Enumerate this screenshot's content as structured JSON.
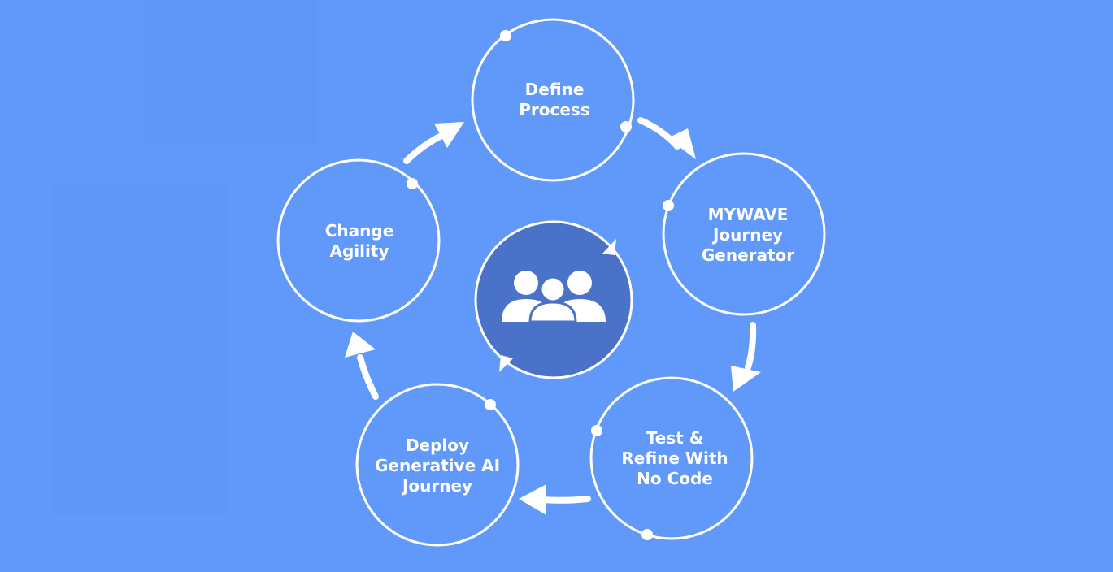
{
  "diagram": {
    "title": "",
    "center": {
      "icon": "team-group-icon",
      "fill_color": "#4a72c9"
    },
    "background_color": "#6199fb",
    "stroke_color": "#ffffff",
    "nodes": [
      {
        "id": "define-process",
        "lines": [
          "Define",
          "Process"
        ]
      },
      {
        "id": "mywave-journey-generator",
        "lines": [
          "MYWAVE",
          "Journey",
          "Generator"
        ]
      },
      {
        "id": "test-refine",
        "lines": [
          "Test &",
          "Refine With",
          "No Code"
        ]
      },
      {
        "id": "deploy-journey",
        "lines": [
          "Deploy",
          "Generative AI",
          "Journey"
        ]
      },
      {
        "id": "change-agility",
        "lines": [
          "Change",
          "Agility"
        ]
      }
    ],
    "flow": "clockwise"
  }
}
